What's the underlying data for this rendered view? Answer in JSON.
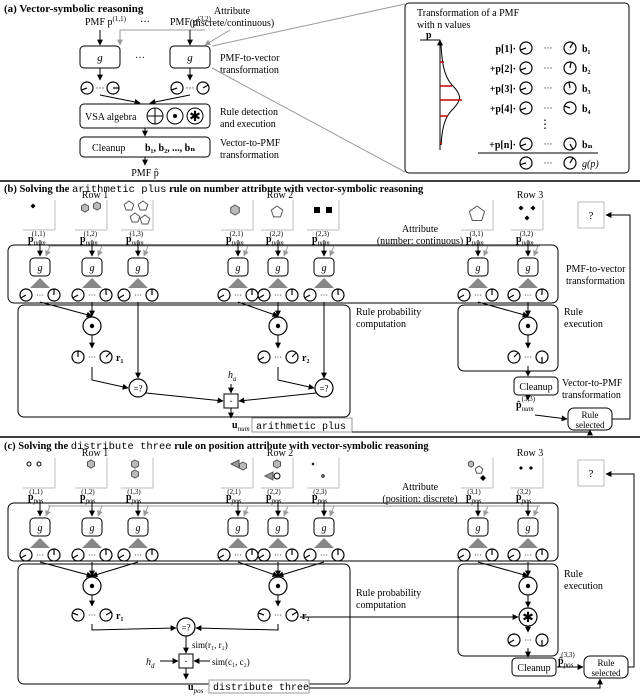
{
  "panel_a": {
    "title": "(a) Vector-symbolic reasoning",
    "pmf_first": "PMF p",
    "pmf_first_sup": "(1,1)",
    "pmf_last": "PMF p",
    "pmf_last_sup": "(3,2)",
    "ellipsis": "···",
    "attribute_label": "Attribute",
    "attribute_kind": "(discrete/continuous)",
    "g": "g",
    "pmf_to_vector": "PMF-to-vector",
    "transformation": "transformation",
    "vsa_algebra": "VSA algebra",
    "rule_detection": "Rule detection",
    "and_execution": "and execution",
    "cleanup": "Cleanup",
    "codebook": "b₁, b₂, ..., bₙ",
    "vector_to_pmf": "Vector-to-PMF",
    "pmf_out": "PMF p̂",
    "inset_title_1": "Transformation of a PMF",
    "inset_title_2": "with n values",
    "p_axis": "p",
    "rows": [
      {
        "coef": "p[1]·",
        "basis": "b₁"
      },
      {
        "coef": "+p[2]·",
        "basis": "b₂"
      },
      {
        "coef": "+p[3]·",
        "basis": "b₃"
      },
      {
        "coef": "+p[4]·",
        "basis": "b₄"
      },
      {
        "coef": "+p[n]·",
        "basis": "bₙ"
      }
    ],
    "result": "g(p)",
    "vdots": "⋮"
  },
  "panel_b": {
    "title_pre": "(b) Solving the ",
    "title_rule": "arithmetic plus",
    "title_post": " rule on number attribute with vector-symbolic reasoning",
    "row1": "Row 1",
    "row2": "Row 2",
    "row3": "Row 3",
    "question": "?",
    "attribute_label": "Attribute",
    "attribute_kind": "(number: continuous)",
    "pmf_labels": [
      "(1,1)",
      "(1,2)",
      "(1,3)",
      "(2,1)",
      "(2,2)",
      "(2,3)",
      "(3,1)",
      "(3,2)"
    ],
    "p_sym": "p",
    "sub": "num",
    "pmf_to_vector": "PMF-to-vector",
    "transformation": "transformation",
    "rule_probability": "Rule probability",
    "computation": "computation",
    "rule": "Rule",
    "execution": "execution",
    "r1": "r₁",
    "r2": "r₂",
    "eq": "=?",
    "h": "h",
    "h_sub": "a",
    "cleanup": "Cleanup",
    "vector_to_pmf": "Vector-to-PMF",
    "out_sup": "(3,3)",
    "rule_selected_1": "Rule",
    "rule_selected_2": "selected",
    "u_label": "u",
    "u_sub": "num",
    "rule_name": "arithmetic plus"
  },
  "panel_c": {
    "title_pre": "(c) Solving the ",
    "title_rule": "distribute three",
    "title_post": " rule on position attribute with vector-symbolic reasoning",
    "row1": "Row 1",
    "row2": "Row 2",
    "row3": "Row 3",
    "question": "?",
    "attribute_label": "Attribute",
    "attribute_kind": "(position: discrete)",
    "pmf_labels": [
      "(1,1)",
      "(1,2)",
      "(1,3)",
      "(2,1)",
      "(2,2)",
      "(2,3)",
      "(3,1)",
      "(3,2)"
    ],
    "p_sym": "p",
    "sub": "pos",
    "rule_probability": "Rule probability",
    "computation": "computation",
    "rule": "Rule",
    "execution": "execution",
    "r1": "r₁",
    "r2": "r₂",
    "eq": "=?",
    "sim_r": "sim(r₁, r₂)",
    "sim_c": "sim(c₁, c₂)",
    "h": "h",
    "h_sub": "d",
    "cleanup": "Cleanup",
    "out_sup": "(3,3)",
    "rule_selected_1": "Rule",
    "rule_selected_2": "selected",
    "u_label": "u",
    "u_sub": "pos",
    "rule_name": "distribute three"
  }
}
